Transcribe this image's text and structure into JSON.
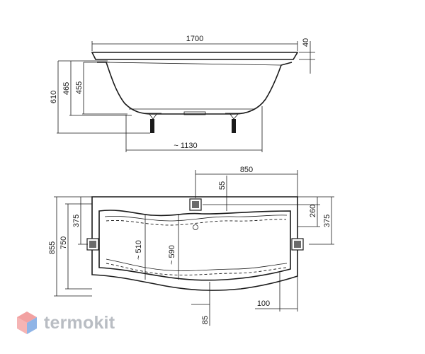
{
  "side_view": {
    "length": "1700",
    "rim_height": "40",
    "height_610": "610",
    "height_465": "465",
    "height_455": "455",
    "feet_span": "~ 1130"
  },
  "top_view": {
    "width_855": "855",
    "width_750": "750",
    "offset_375_left": "375",
    "offset_850": "850",
    "offset_55": "55",
    "offset_260": "260",
    "offset_375_right": "375",
    "inner_510": "~ 510",
    "inner_590": "~ 590",
    "offset_85": "85",
    "offset_100": "100"
  },
  "brand": {
    "name": "termokit"
  },
  "colors": {
    "line": "#1a1a1a",
    "brand_text": "#b9bdc3",
    "logo_top": "#f2a1a1",
    "logo_side": "#8fb4e6"
  }
}
